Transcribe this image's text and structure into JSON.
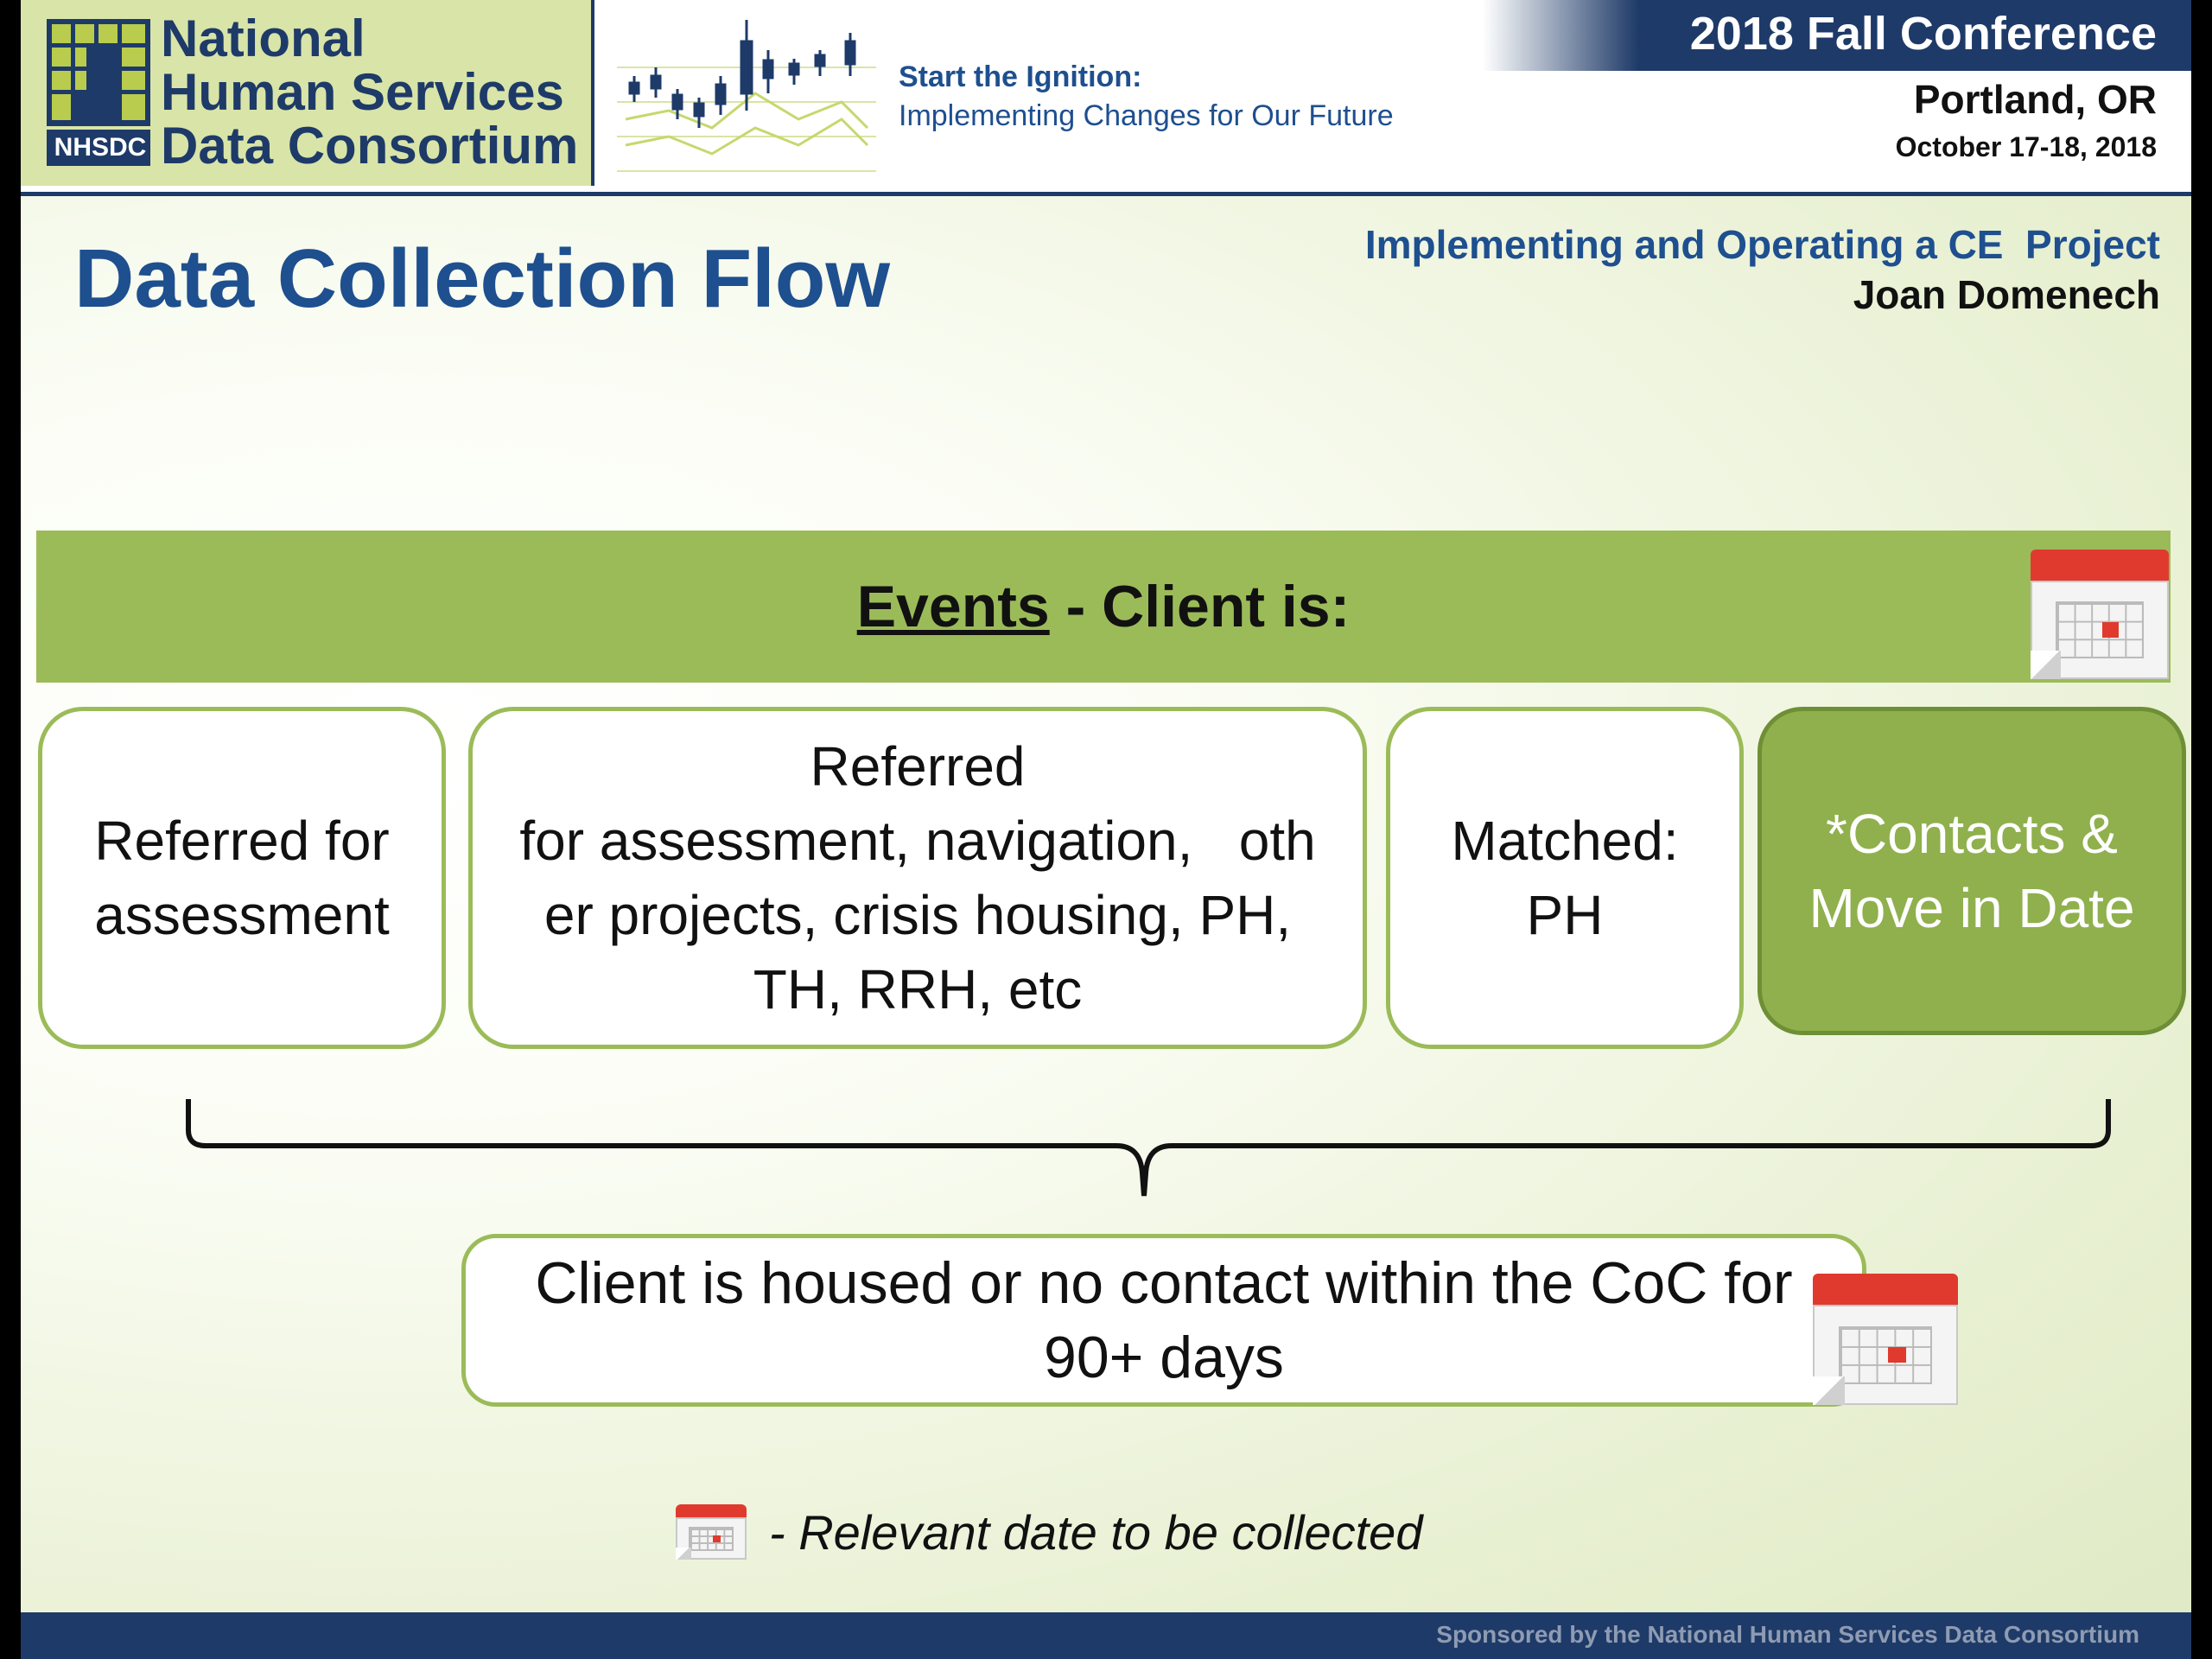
{
  "header": {
    "logo_lines": [
      "National",
      "Human Services",
      "Data Consortium"
    ],
    "logo_abbrev": "NHSDC",
    "tagline_1": "Start the Ignition:",
    "tagline_2": "Implementing Changes for Our Future",
    "conference_title": "2018 Fall Conference",
    "location": "Portland, OR",
    "dates": "October 17-18, 2018"
  },
  "slide": {
    "title": "Data Collection Flow",
    "subtitle": "Implementing and Operating a CE  Project",
    "presenter": "Joan Domenech"
  },
  "events": {
    "label": "Events",
    "suffix": " - Client is:"
  },
  "boxes": [
    {
      "lines": [
        "Referred for",
        "assessment"
      ]
    },
    {
      "lines": [
        "Referred",
        "for assessment, navigation,   oth",
        "er projects, crisis housing, PH,",
        "TH, RRH, etc"
      ]
    },
    {
      "lines": [
        "Matched:",
        "PH"
      ]
    },
    {
      "lines": [
        "*Contacts &",
        "Move in Date"
      ]
    }
  ],
  "outcome": {
    "line1": "Client is housed or no contact within the CoC for",
    "line2": "90+ days"
  },
  "legend": {
    "text": "- Relevant date to be collected",
    "icon": "calendar-icon"
  },
  "footer": {
    "text": "Sponsored by the National Human Services Data Consortium"
  },
  "colors": {
    "navy": "#1e3a68",
    "blue_text": "#1e4f8f",
    "green": "#9bbb59",
    "green_dark": "#8fb04d",
    "calendar_red": "#e03a2f"
  }
}
